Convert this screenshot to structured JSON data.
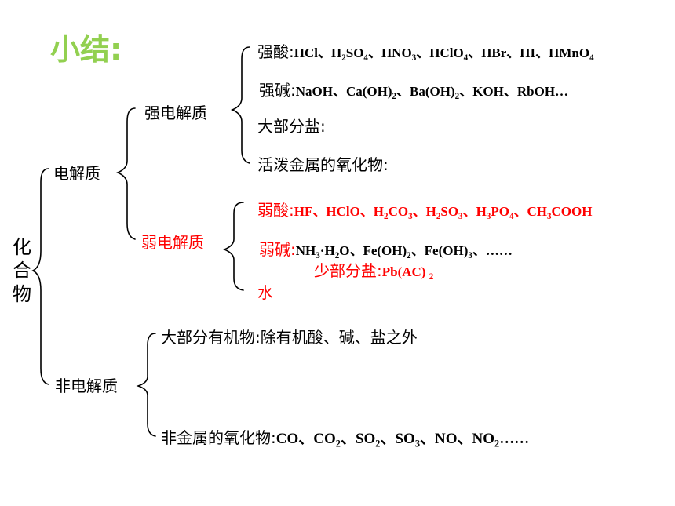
{
  "title": "小结:",
  "root": "化合物",
  "electrolyte": {
    "label": "电解质",
    "strong": {
      "label": "强电解质",
      "acid_label": "强酸:",
      "acid_items": [
        "HCl、H",
        "2",
        "SO",
        "4",
        "、HNO",
        "3",
        "、HClO",
        "4",
        "、HBr、HI、HMnO",
        "4"
      ],
      "base_label": "强碱:",
      "base_items": [
        "NaOH、Ca(OH)",
        "2",
        "、Ba(OH)",
        "2",
        "、KOH、RbOH…"
      ],
      "salt_label": "大部分盐:",
      "oxide_label": "活泼金属的氧化物:"
    },
    "weak": {
      "label": "弱电解质",
      "acid_label": "弱酸:",
      "acid_items": [
        "HF、HClO、H",
        "2",
        "CO",
        "3",
        "、H",
        "2",
        "SO",
        "3",
        "、H",
        "3",
        "PO",
        "4",
        "、CH",
        "3",
        "COOH"
      ],
      "base_label": "弱碱:",
      "base_items": [
        "NH",
        "3",
        "·H",
        "2",
        "O、Fe(OH)",
        "2",
        "、Fe(OH)",
        "3",
        "、……"
      ],
      "salt_label": "少部分盐:",
      "salt_items": [
        "Pb(AC) ",
        "2"
      ],
      "water_label": "水"
    }
  },
  "non_electrolyte": {
    "label": "非电解质",
    "organic_label": "大部分有机物:除有机酸、碱、盐之外",
    "oxide_label": "非金属的氧化物:",
    "oxide_items": [
      "CO、CO",
      "2",
      "、SO",
      "2",
      "、SO",
      "3",
      "、NO、NO",
      "2",
      "……"
    ]
  },
  "colors": {
    "title": "#92D050",
    "weak": "#FF0000",
    "text": "#000000"
  }
}
